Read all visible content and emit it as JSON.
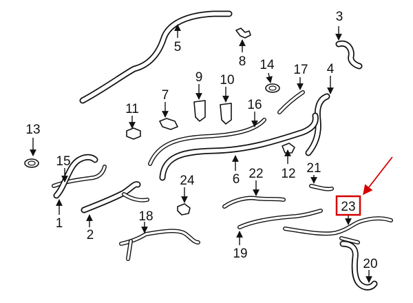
{
  "callouts": {
    "c1": "1",
    "c2": "2",
    "c3": "3",
    "c4": "4",
    "c5": "5",
    "c6": "6",
    "c7": "7",
    "c8": "8",
    "c9": "9",
    "c10": "10",
    "c11": "11",
    "c12": "12",
    "c13": "13",
    "c14": "14",
    "c15": "15",
    "c16": "16",
    "c17": "17",
    "c18": "18",
    "c19": "19",
    "c20": "20",
    "c21": "21",
    "c22": "22",
    "c23": "23",
    "c24": "24"
  },
  "highlighted_callout": "23",
  "colors": {
    "highlight": "#d40000",
    "line": "#111111",
    "background": "#ffffff"
  }
}
